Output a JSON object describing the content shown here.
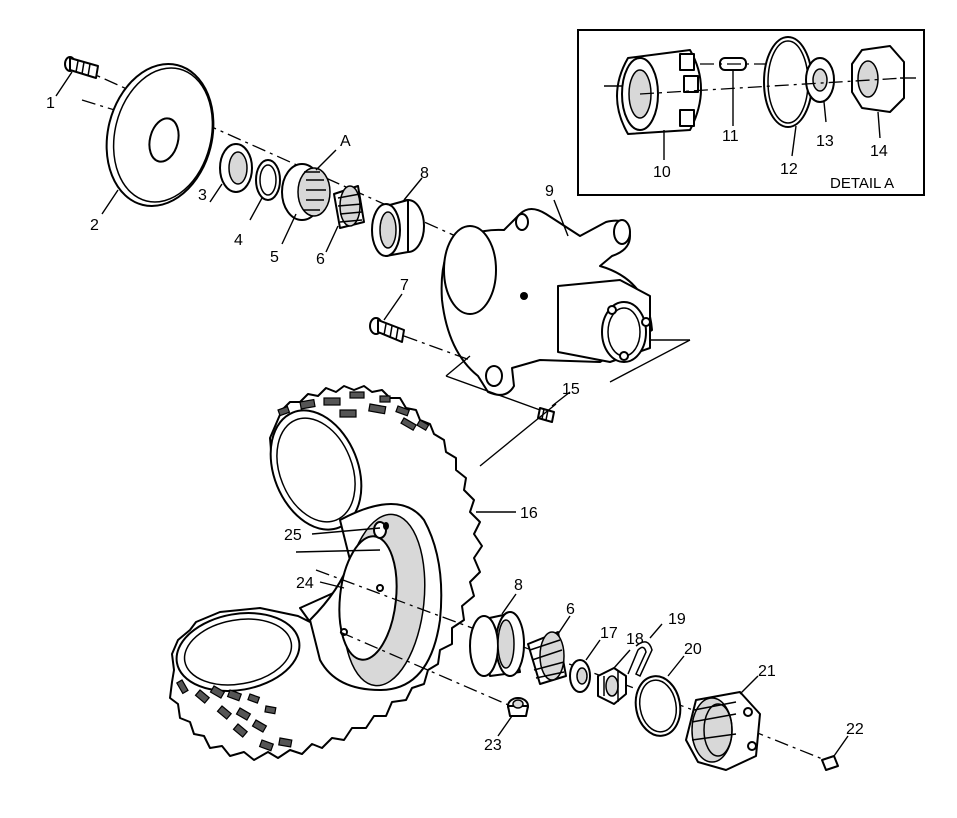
{
  "detail_box": {
    "title": "DETAIL A",
    "parts": [
      "10",
      "11",
      "12",
      "13",
      "14"
    ]
  },
  "callouts": {
    "p1": "1",
    "p2": "2",
    "p3": "3",
    "p4": "4",
    "p5": "5",
    "pA": "A",
    "p6_top": "6",
    "p8_top": "8",
    "p9": "9",
    "p7": "7",
    "p15": "15",
    "p10": "10",
    "p11": "11",
    "p12": "12",
    "p13": "13",
    "p14": "14",
    "p16": "16",
    "p25": "25",
    "p24": "24",
    "p8_bottom": "8",
    "p6_bottom": "6",
    "p17": "17",
    "p18": "18",
    "p19": "19",
    "p20": "20",
    "p21": "21",
    "p22": "22",
    "p23": "23"
  }
}
